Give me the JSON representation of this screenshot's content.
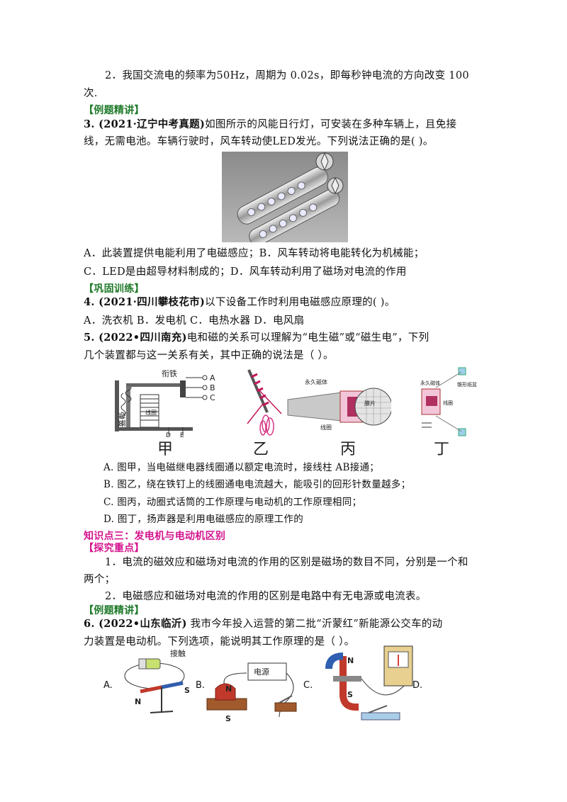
{
  "intro": {
    "line1": "2．我国交流电的频率为50Hz，周期为 0.02s，即每秒钟电流的方向改变 100",
    "line2": "次."
  },
  "example1": {
    "tag": "【例题精讲】",
    "q_source": "3. (2021·辽宁中考真题)",
    "q_text1": "如图所示的风能日行灯，可安装在多种车辆上，且免接",
    "q_text2": "线，无需电池。车辆行驶时，风车转动使LED发光。下列说法正确的是(    )。",
    "opt1": "A．此装置提供电能利用了电磁感应；B．风车转动将电能转化为机械能；",
    "opt2": "C．LED是由超导材料制成的；D．风车转动利用了磁场对电流的作用"
  },
  "practice": {
    "tag": "【巩固训练】",
    "q4_source": "4. (2021·四川攀枝花市)",
    "q4_text": "以下设备工作时利用电磁感应原理的(    )。",
    "q4_opts": "A．洗衣机      B．发电机      C．电热水器    D．电风扇",
    "q5_source": "5.  (2022•四川南充)",
    "q5_text1": "电和磁的关系可以理解为“电生磁”或“磁生电”，下列",
    "q5_text2": "几个装置都与这一关系有关，其中正确的说法是（      ）。",
    "fig_captions": [
      "甲",
      "乙",
      "丙",
      "丁"
    ],
    "fig_labels": {
      "armature": "衔铁",
      "spring": "弹簧",
      "coil": "线圈",
      "a": "A",
      "b": "B",
      "c": "C",
      "d": "D",
      "e": "E",
      "magnet": "永久磁体",
      "mic_coil": "线圈",
      "membrane": "膜片",
      "magnet2": "永久磁体",
      "cone": "锥形纸盆",
      "spk_coil": "线圈"
    },
    "q5_optA": "A.  图甲，当电磁继电器线圈通以额定电流时，接线柱 AB接通；",
    "q5_optB": "B.  图乙，绕在铁钉上的线圈通电电流越大，能吸引的回形针数量越多；",
    "q5_optC": "C.  图丙，动圈式话筒的工作原理与电动机的工作原理相同；",
    "q5_optD": "D.  图丁，扬声器是利用电磁感应的原理工作的"
  },
  "knowledge3": {
    "title": "知识点三：发电机与电动机区别",
    "tag": "【探究重点】",
    "p1_line1": "1．电流的磁效应和磁场对电流的作用的区别是磁场的数目不同，分别是一个和",
    "p1_line2": "两个；",
    "p2": "2．电磁感应和磁场对电流的作用的区别是电路中有无电源或电流表。"
  },
  "example2": {
    "tag": "【例题精讲】",
    "q6_source": "6.  (2022•山东临沂)",
    "q6_text1": "    我市今年投入运营的第二批“沂蒙红”新能源公交车的动",
    "q6_text2": "力装置是电动机。下列选项，能说明其工作原理的是（      ）。",
    "opt_labels": [
      "A.",
      "B.",
      "C.",
      "D."
    ],
    "figA": {
      "contact": "接触",
      "n": "N",
      "s": "S"
    },
    "figB": {
      "power": "电源",
      "n": "N",
      "s": "S"
    },
    "figC": {
      "n": "N",
      "s": "S"
    }
  }
}
